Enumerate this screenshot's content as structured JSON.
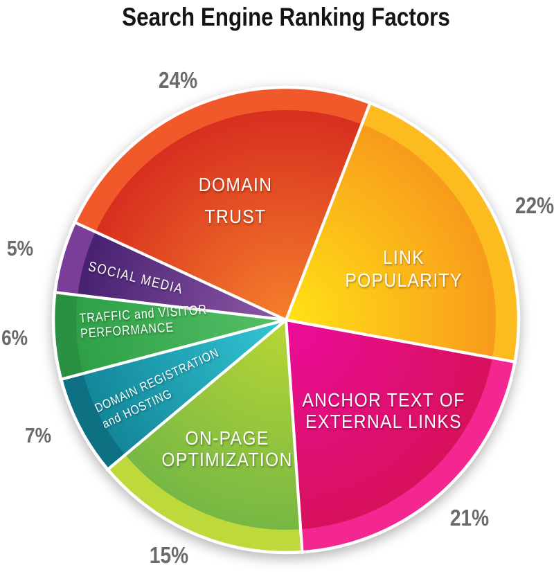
{
  "title": "Search Engine Ranking Factors",
  "colors": {
    "background": "#ffffff",
    "title_text": "#141414",
    "percent_label_text": "#6a6a6e",
    "slice_label_text": "#ffffff",
    "slice_separator": "#ffffff"
  },
  "chart_data": {
    "type": "pie",
    "title": "Search Engine Ranking Factors",
    "start_angle_deg": -65.2,
    "direction": "clockwise",
    "legend": "none",
    "percent_labels_outside": true,
    "slices": [
      {
        "name": "domain-trust",
        "label": "DOMAIN TRUST",
        "label_lines": [
          "DOMAIN",
          "TRUST"
        ],
        "value": 24,
        "pct_label": "24%",
        "rim_color": "#F1592B",
        "inner_center": "#F6802B",
        "inner_edge": "#D72F1F"
      },
      {
        "name": "link-popularity",
        "label": "LINK POPULARITY",
        "label_lines": [
          "LINK",
          "POPULARITY"
        ],
        "value": 22,
        "pct_label": "22%",
        "rim_color": "#FCBB1E",
        "inner_center": "#FFE316",
        "inner_edge": "#F89B1B"
      },
      {
        "name": "anchor-text-of-external-links",
        "label": "ANCHOR TEXT OF EXTERNAL LINKS",
        "label_lines": [
          "ANCHOR TEXT OF",
          "EXTERNAL LINKS"
        ],
        "value": 21,
        "pct_label": "21%",
        "rim_color": "#F3278F",
        "inner_center": "#EC0C9B",
        "inner_edge": "#D8115C"
      },
      {
        "name": "on-page-optimization",
        "label": "ON-PAGE OPTIMIZATION",
        "label_lines": [
          "ON-PAGE",
          "OPTIMIZATION"
        ],
        "value": 15,
        "pct_label": "15%",
        "rim_color": "#BDD93C",
        "inner_center": "#B9D634",
        "inner_edge": "#76B844"
      },
      {
        "name": "domain-registration-and-hosting",
        "label": "DOMAIN REGISTRATION and HOSTING",
        "label_lines": [
          "DOMAIN REGISTRATION",
          "and HOSTING"
        ],
        "value": 7,
        "pct_label": "7%",
        "rim_color": "#0D7183",
        "inner_center": "#33C7D6",
        "inner_edge": "#13879A"
      },
      {
        "name": "traffic-and-visitor-performance",
        "label": "TRAFFIC and VISITOR PERFORMANCE",
        "label_lines": [
          "TRAFFIC and VISITOR",
          "PERFORMANCE"
        ],
        "value": 6,
        "pct_label": "6%",
        "rim_color": "#2B9142",
        "inner_center": "#55C167",
        "inner_edge": "#2FA047"
      },
      {
        "name": "social-media",
        "label": "SOCIAL MEDIA",
        "label_lines": [
          "SOCIAL MEDIA"
        ],
        "value": 5,
        "pct_label": "5%",
        "rim_color": "#7B3E98",
        "inner_center": "#8E5AA9",
        "inner_edge": "#472170"
      }
    ]
  }
}
